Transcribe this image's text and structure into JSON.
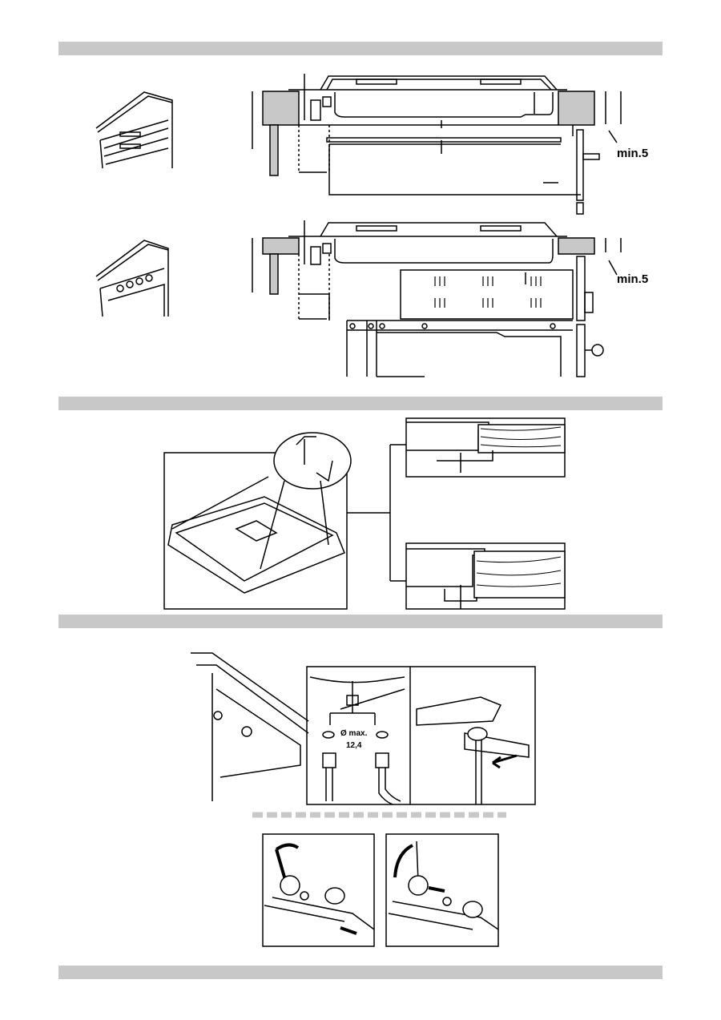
{
  "section1": {
    "clearance_label_top": "min.5",
    "clearance_label_bottom": "min.5"
  },
  "section3": {
    "diameter_label": "Ø max.",
    "diameter_value": "12,4"
  },
  "colors": {
    "section_bar": "#c8c8c8",
    "worktop_fill": "#c8c8c8",
    "line": "#000000"
  }
}
